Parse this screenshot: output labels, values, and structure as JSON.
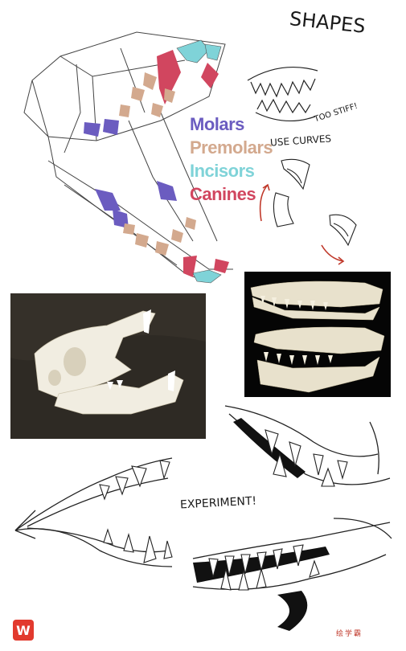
{
  "colors": {
    "molars": "#6b5cc0",
    "premolars": "#d3a98e",
    "incisors": "#7fd3d8",
    "canines": "#d1465f",
    "logo": "#e23a2e"
  },
  "legend": {
    "molars": "Molars",
    "premolars": "Premolars",
    "incisors": "Incisors",
    "canines": "Canines"
  },
  "notes": {
    "shapes": "SHAPES",
    "too_stiff": "TOO STIFF!",
    "use_curves": "USE CURVES",
    "experiment": "EXPERIMENT!"
  },
  "watermark": "绘学霸",
  "logo_text": "W"
}
